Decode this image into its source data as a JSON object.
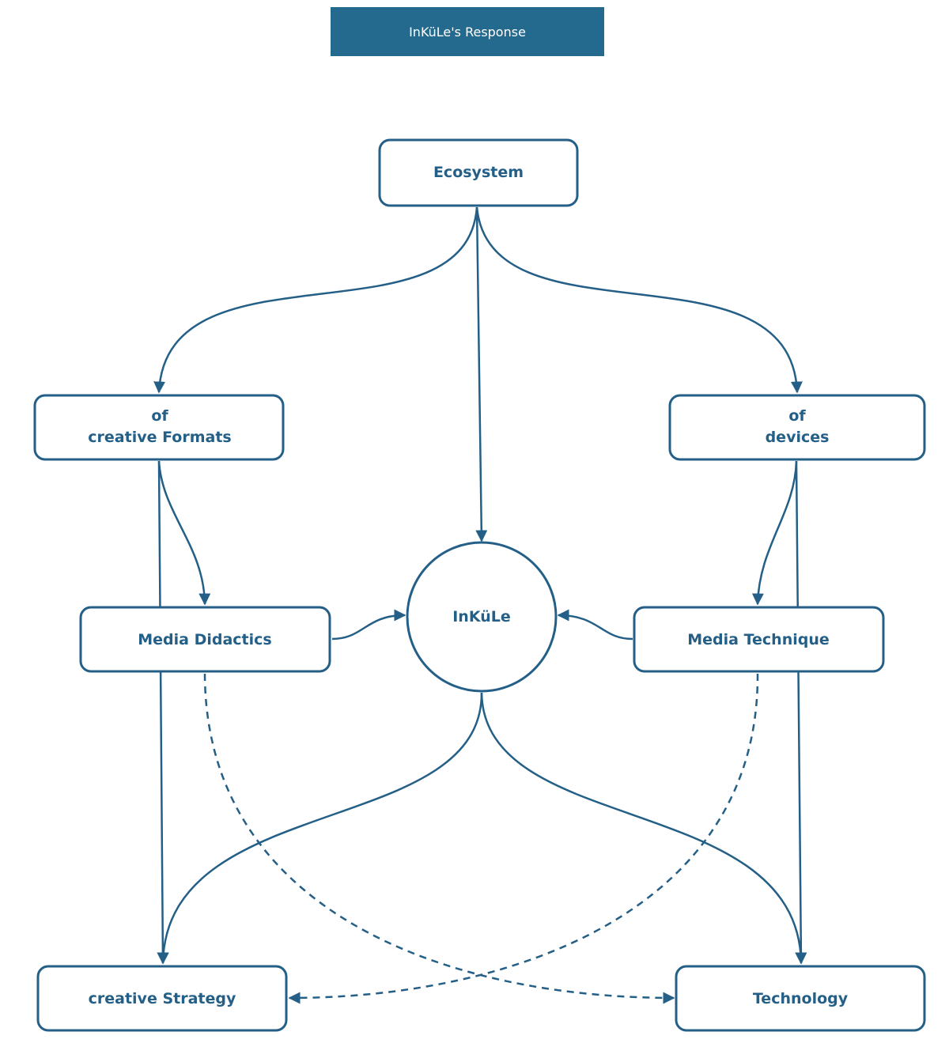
{
  "colors": {
    "primary": "#245f87",
    "header_bg": "#236a8e",
    "background": "#ffffff"
  },
  "header": {
    "title": "InKüLe's Response"
  },
  "nodes": {
    "ecosystem": {
      "label": "Ecosystem"
    },
    "creative_formats": {
      "line1": "of",
      "line2": "creative Formats"
    },
    "devices": {
      "line1": "of",
      "line2": "devices"
    },
    "inkule": {
      "label": "InKüLe"
    },
    "media_didactics": {
      "label": "Media Didactics"
    },
    "media_technique": {
      "label": "Media Technique"
    },
    "creative_strategy": {
      "label": "creative Strategy"
    },
    "technology": {
      "label": "Technology"
    }
  }
}
